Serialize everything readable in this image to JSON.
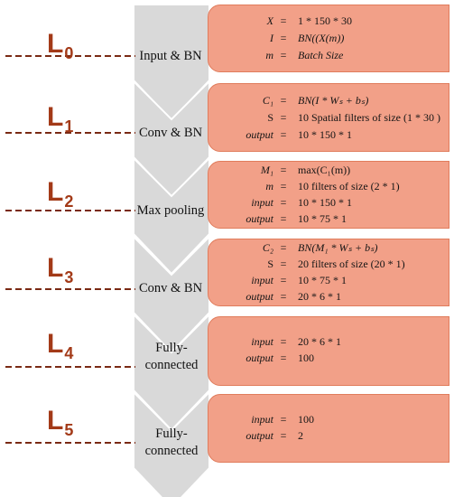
{
  "layers": [
    {
      "label": "L",
      "index": "0",
      "stage": "Input & BN",
      "equations": [
        {
          "lhs": "X",
          "rhs": "1 * 150 * 30"
        },
        {
          "lhs": "I",
          "rhs": "BN((X(m))"
        },
        {
          "lhs": "m",
          "rhs": "Batch Size"
        }
      ]
    },
    {
      "label": "L",
      "index": "1",
      "stage": "Conv & BN",
      "equations": [
        {
          "lhs": "C₁",
          "rhs": "BN(I * Wₛ + bₛ)"
        },
        {
          "lhs": "S",
          "rhs": "10 Spatial filters of size (1 * 30 )"
        },
        {
          "lhs": "output",
          "rhs": "10 * 150 * 1"
        }
      ]
    },
    {
      "label": "L",
      "index": "2",
      "stage": "Max pooling",
      "equations": [
        {
          "lhs": "M₁",
          "rhs": "max(C₁(m))"
        },
        {
          "lhs": "m",
          "rhs": "10 filters of size (2 * 1)"
        },
        {
          "lhs": "input",
          "rhs": "10 * 150 * 1"
        },
        {
          "lhs": "output",
          "rhs": "10 * 75 * 1"
        }
      ]
    },
    {
      "label": "L",
      "index": "3",
      "stage": "Conv & BN",
      "equations": [
        {
          "lhs": "C₂",
          "rhs": "BN(M₁ * Wₛ + bₛ)"
        },
        {
          "lhs": "S",
          "rhs": "20 filters of size (20 * 1)"
        },
        {
          "lhs": "input",
          "rhs": "10 * 75 * 1"
        },
        {
          "lhs": "output",
          "rhs": "20 * 6 * 1"
        }
      ]
    },
    {
      "label": "L",
      "index": "4",
      "stage": "Fully-connected",
      "equations": [
        {
          "lhs": "input",
          "rhs": "20 * 6 * 1"
        },
        {
          "lhs": "output",
          "rhs": "100"
        }
      ]
    },
    {
      "label": "L",
      "index": "5",
      "stage": "Fully-connected",
      "equations": [
        {
          "lhs": "input",
          "rhs": "100"
        },
        {
          "lhs": "output",
          "rhs": "2"
        }
      ]
    }
  ],
  "colors": {
    "chevron": "#d9d9d9",
    "panel": "#f2a088",
    "panel_border": "#e07c5c",
    "label": "#a33a18",
    "dashed_line": "#7a2a14"
  }
}
